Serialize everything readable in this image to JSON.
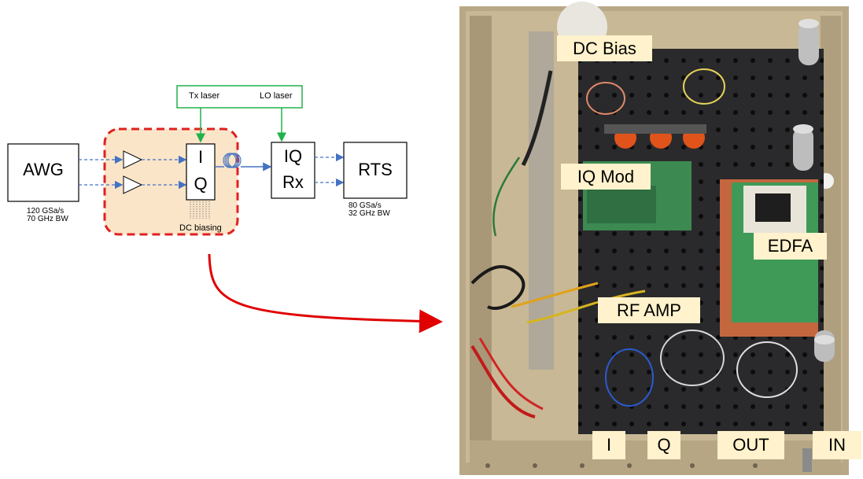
{
  "diagram": {
    "awg": {
      "label": "AWG",
      "spec1": "120 GSa/s",
      "spec2": "70 GHz BW"
    },
    "modulator": {
      "i": "I",
      "q": "Q",
      "dc": "DC biasing"
    },
    "lasers": {
      "tx": "Tx laser",
      "lo": "LO laser"
    },
    "receiver": {
      "line1": "IQ",
      "line2": "Rx"
    },
    "rts": {
      "label": "RTS",
      "spec1": "80 GSa/s",
      "spec2": "32 GHz BW"
    }
  },
  "photo": {
    "labels": {
      "dc_bias": "DC Bias",
      "iq_mod": "IQ Mod",
      "edfa": "EDFA",
      "rf_amp": "RF AMP",
      "i": "I",
      "q": "Q",
      "out": "OUT",
      "in": "IN"
    }
  },
  "colors": {
    "highlight_fill": "#fbe5c8",
    "highlight_border": "#e02020",
    "signal_arrow": "#4472c4",
    "laser_line": "#22b14c",
    "pointer_arrow": "#e00000",
    "label_bg": "#fff2cc"
  }
}
